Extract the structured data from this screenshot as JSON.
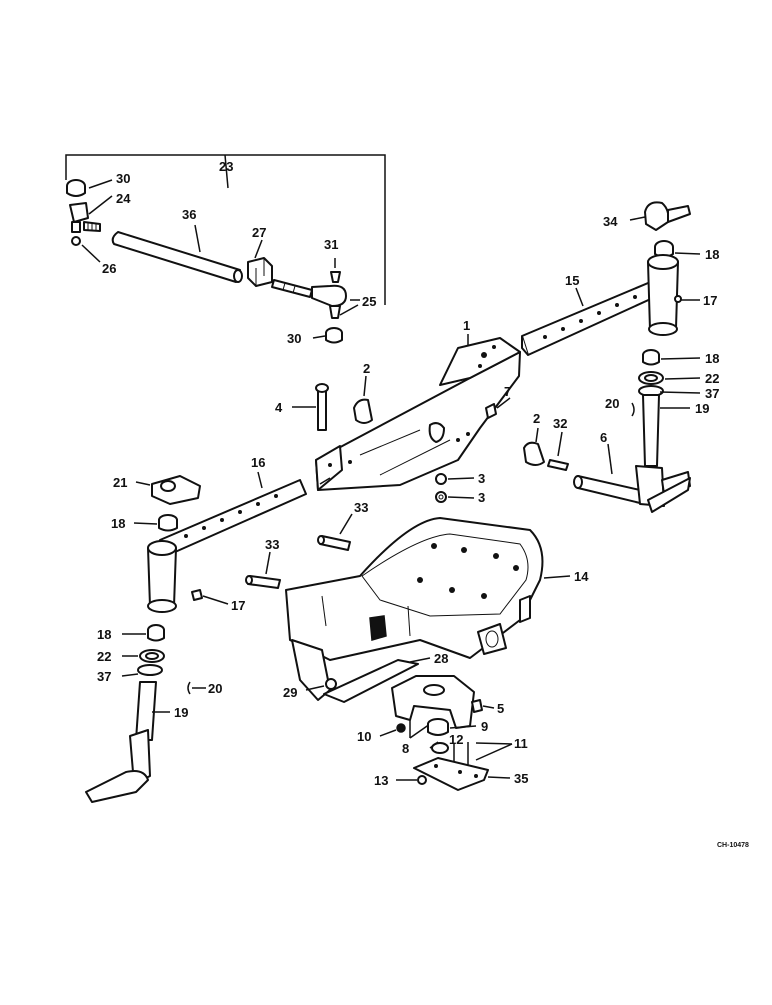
{
  "drawing": {
    "ref_code": "CH-10478",
    "callouts": {
      "c30a": "30",
      "c24": "24",
      "c23": "23",
      "c26": "26",
      "c36": "36",
      "c27": "27",
      "c31": "31",
      "c25": "25",
      "c30b": "30",
      "c34": "34",
      "c18a": "18",
      "c15": "15",
      "c17a": "17",
      "c1": "1",
      "c2a": "2",
      "c4": "4",
      "c7": "7",
      "c18b": "18",
      "c22a": "22",
      "c37a": "37",
      "c20a": "20",
      "c19a": "19",
      "c2b": "2",
      "c32": "32",
      "c6": "6",
      "c3a": "3",
      "c3b": "3",
      "c21": "21",
      "c16": "16",
      "c18c": "18",
      "c33a": "33",
      "c33b": "33",
      "c14": "14",
      "c17b": "17",
      "c18d": "18",
      "c22b": "22",
      "c37b": "37",
      "c20b": "20",
      "c19b": "19",
      "c28": "28",
      "c29": "29",
      "c5": "5",
      "c10": "10",
      "c9": "9",
      "c8": "8",
      "c12": "12",
      "c11": "11",
      "c13": "13",
      "c35": "35"
    }
  }
}
